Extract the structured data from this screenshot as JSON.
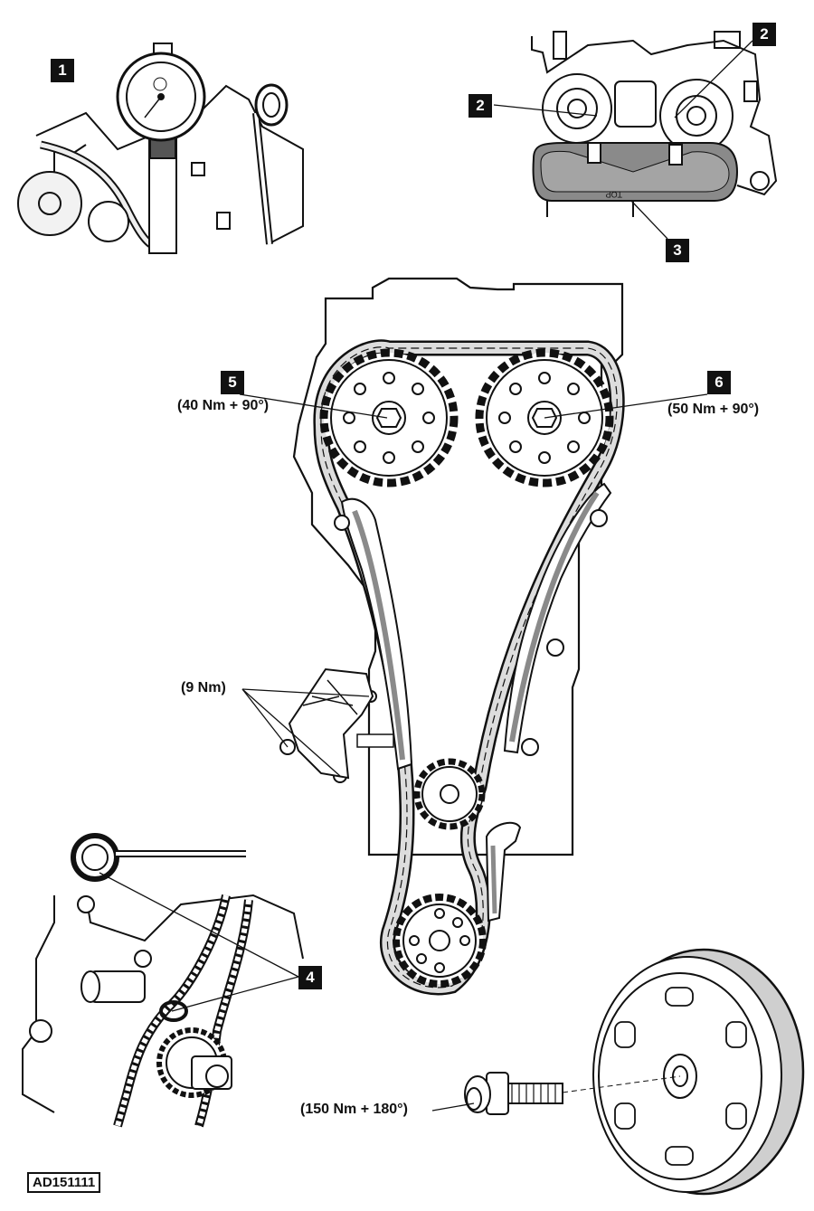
{
  "callouts": {
    "c1": "1",
    "c2a": "2",
    "c2b": "2",
    "c3": "3",
    "c4": "4",
    "c5": "5",
    "c6": "6"
  },
  "torque": {
    "intake_sprocket": "(40 Nm + 90°)",
    "exhaust_sprocket": "(50 Nm + 90°)",
    "tensioner_bolts": "(9 Nm)",
    "crank_pulley_bolt": "(150 Nm + 180°)"
  },
  "plate_text": "TOP",
  "reference_code": "AD151111",
  "colors": {
    "line": "#111111",
    "fill_gray": "#8a8a8a",
    "light_gray": "#dcdcdc",
    "background": "#ffffff"
  }
}
